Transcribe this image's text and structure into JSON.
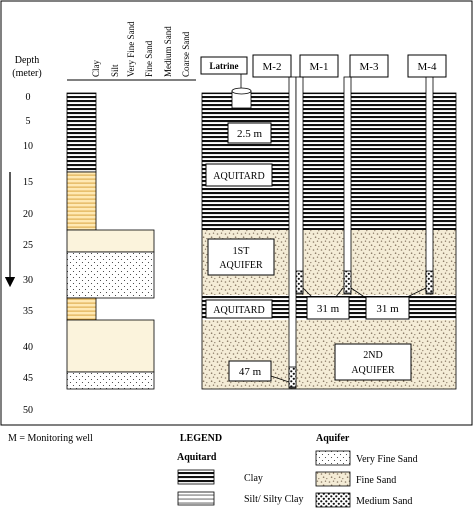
{
  "depth_header": [
    "Depth",
    "(meter)"
  ],
  "depth_ticks": [
    "0",
    "5",
    "10",
    "15",
    "20",
    "25",
    "30",
    "35",
    "40",
    "45",
    "50"
  ],
  "grain_columns": [
    "Clay",
    "Silt",
    "Very Fine Sand",
    "Fine Sand",
    "Medium Sand",
    "Coarse Sand"
  ],
  "wells": {
    "latrine": "Latrine",
    "m2": "M-2",
    "m1": "M-1",
    "m3": "M-3",
    "m4": "M-4"
  },
  "layers": {
    "aquitard_top": "AQUITARD",
    "first_aquifer": [
      "1ST",
      "AQUIFER"
    ],
    "aquitard_mid": "AQUITARD",
    "second_aquifer": [
      "2ND",
      "AQUIFER"
    ]
  },
  "distances": {
    "latrine_depth": "2.5 m",
    "m1_distance": "31 m",
    "m3_distance": "31 m",
    "m2_distance": "47 m"
  },
  "footnote": "M = Monitoring well",
  "legend": {
    "title": "LEGEND",
    "aquitard_heading": "Aquitard",
    "aquifer_heading": "Aquifer",
    "aquitard_items": [
      "Clay",
      "Silt/ Silty Clay"
    ],
    "aquifer_items": [
      "Very Fine Sand",
      "Fine Sand",
      "Medium Sand"
    ]
  }
}
